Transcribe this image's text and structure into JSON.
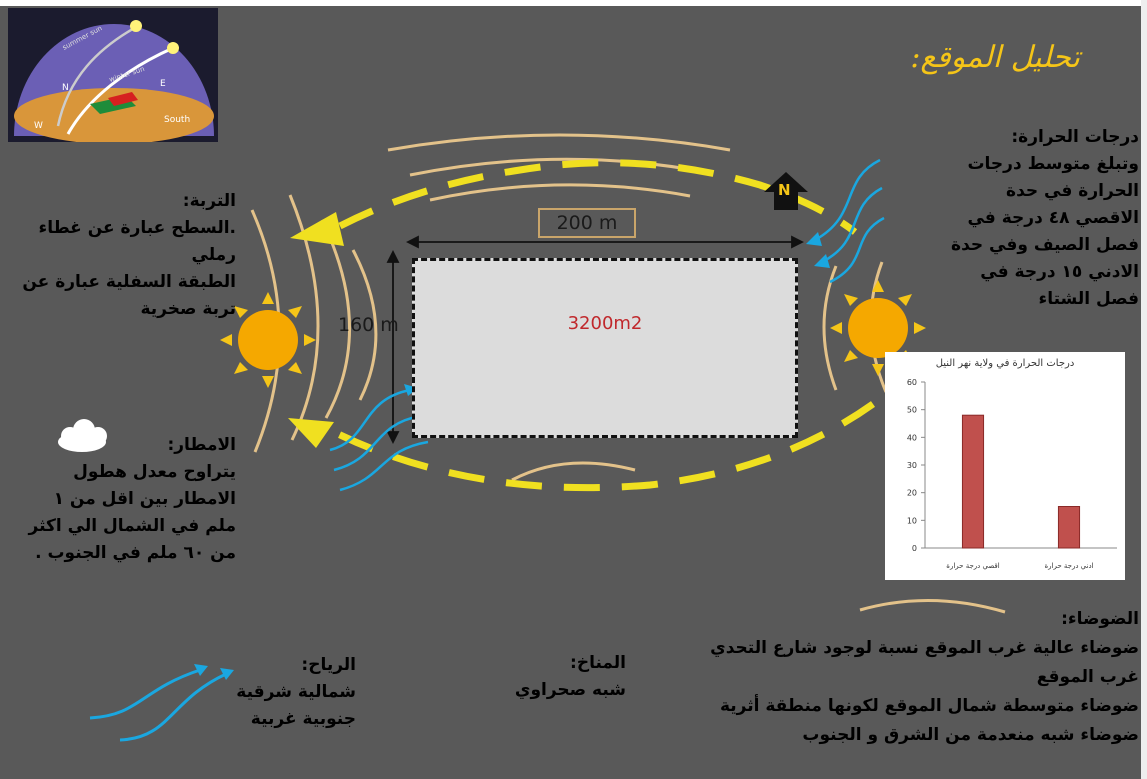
{
  "title": "تحليل الموقع:",
  "site": {
    "area": "3200m2",
    "width": "200 m",
    "height": "160 m",
    "north": "N"
  },
  "sun_path": {
    "labels": [
      "summer sun",
      "winter sun",
      "N",
      "E",
      "W",
      "South"
    ]
  },
  "temperature": {
    "heading": "درجات الحرارة:",
    "lines": [
      "وتبلغ متوسط درجات",
      "الحرارة في حدة",
      "الاقصي ٤٨ درجة في",
      "فصل الصيف وفي حدة",
      "الادني ١٥ درجة في",
      "فصل الشتاء"
    ]
  },
  "soil": {
    "heading": "التربة:",
    "lines": [
      ".السطح عبارة عن غطاء",
      "رملي",
      "الطبقة السفلية عبارة عن",
      "تربة صخرية"
    ]
  },
  "rain": {
    "heading": "الامطار:",
    "lines": [
      "يتراوح معدل هطول",
      "الامطار بين اقل من ١",
      "ملم في الشمال الي اكثر",
      "من ٦٠ ملم في الجنوب ."
    ]
  },
  "wind": {
    "heading": "الرياح:",
    "lines": [
      "شمالية شرقية",
      "جنوبية غربية"
    ]
  },
  "climate": {
    "heading": "المناخ:",
    "lines": [
      "شبه صحراوي"
    ]
  },
  "noise": {
    "heading": "الضوضاء:",
    "lines": [
      "ضوضاء عالية غرب الموقع نسبة لوجود شارع التحدي",
      "غرب الموقع",
      "ضوضاء متوسطة شمال الموقع لكونها منطقة أثرية",
      "ضوضاء شبه منعدمة من الشرق و الجنوب"
    ]
  },
  "colors": {
    "background": "#595959",
    "title": "#f5c518",
    "sun": "#f5a800",
    "sun_rays": "#f5c518",
    "wind": "#1aa7e0",
    "sun_path_arrow": "#f0e020",
    "noise": "#e3c28a",
    "bar": "#c0504d",
    "area_text": "#c0282c"
  },
  "chart_data": {
    "type": "bar",
    "title": "درجات الحرارة في ولاية نهر النيل",
    "categories": [
      "اقصي درجة حرارة",
      "ادني درجة حرارة"
    ],
    "values": [
      48,
      15
    ],
    "ylim": [
      0,
      60
    ],
    "yticks": [
      "0",
      "10",
      "20",
      "30",
      "40",
      "50",
      "60"
    ],
    "grid": false,
    "legend": "none"
  }
}
